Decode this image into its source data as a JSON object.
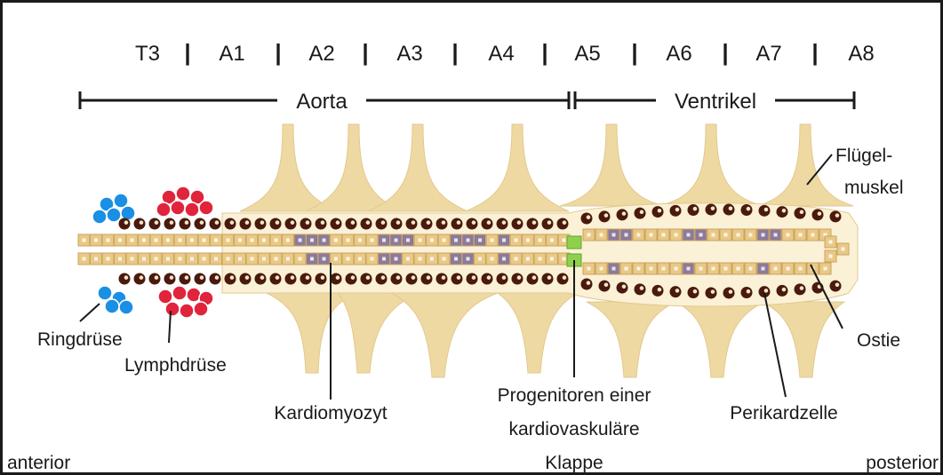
{
  "segments": [
    "T3",
    "A1",
    "A2",
    "A3",
    "A4",
    "A5",
    "A6",
    "A7",
    "A8"
  ],
  "separator": "|",
  "regions": {
    "aorta": "Aorta",
    "ventricle": "Ventrikel"
  },
  "labels": {
    "ring_gland": "Ringdrüse",
    "lymph_gland": "Lymphdrüse",
    "cardiomyocyte": "Kardiomyozyt",
    "progenitor_line1": "Progenitoren einer",
    "progenitor_line2": "kardiovaskuläre",
    "progenitor_line3": "Klappe",
    "pericardial_cell": "Perikardzelle",
    "ostium": "Ostie",
    "alary_muscle_line1": "Flügel-",
    "alary_muscle_line2": "muskel",
    "anterior": "anterior",
    "posterior": "posterior"
  },
  "colors": {
    "muscle": "#efd9a3",
    "cell": "#e9c985",
    "cell_border": "#c9a461",
    "cardiomyocyte_purple": "#8c7a9a",
    "pericardial": "#4a1a0e",
    "ring_gland": "#1a8fe3",
    "lymph_gland": "#e0243c",
    "valve": "#8fd14f",
    "frame": "#1a1a1a"
  }
}
